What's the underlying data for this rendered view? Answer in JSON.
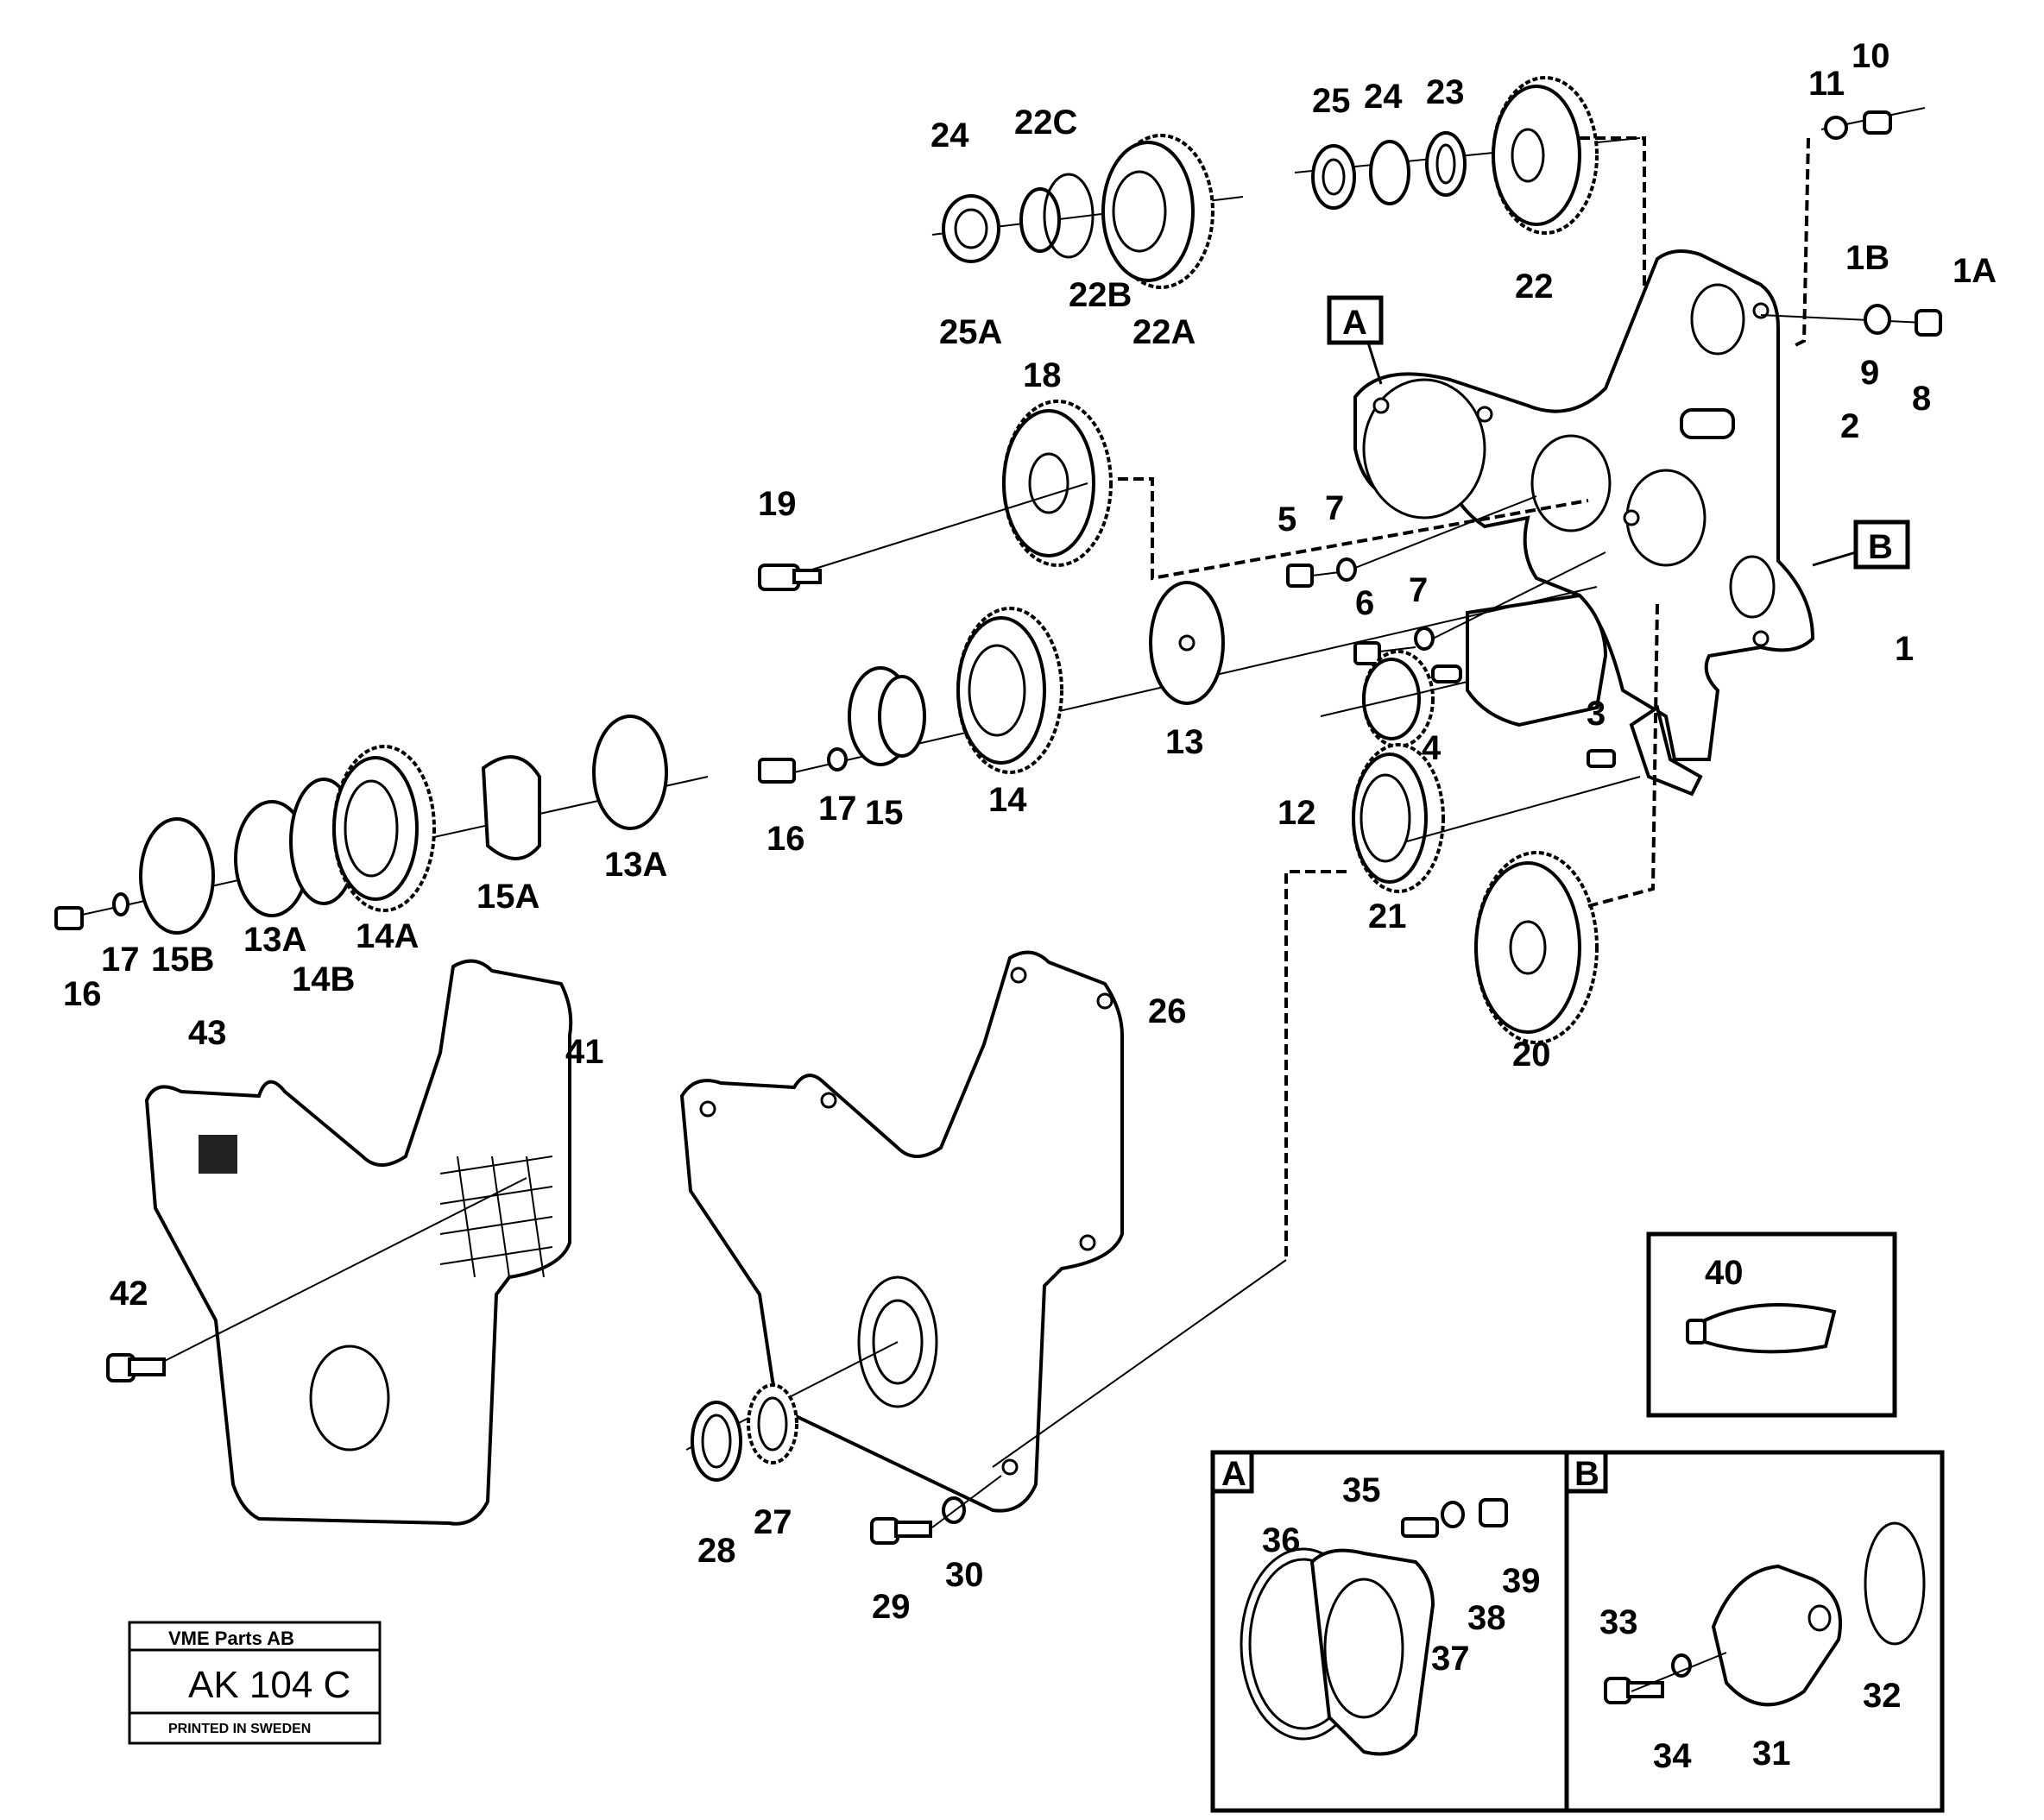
{
  "callouts": {
    "c1": "1",
    "c1A": "1A",
    "c1B": "1B",
    "c2": "2",
    "c3": "3",
    "c4": "4",
    "c5": "5",
    "c6": "6",
    "c7a": "7",
    "c7b": "7",
    "c8": "8",
    "c9": "9",
    "c10": "10",
    "c11": "11",
    "c12": "12",
    "c13": "13",
    "c13A_a": "13A",
    "c13A_b": "13A",
    "c14": "14",
    "c14A": "14A",
    "c14B": "14B",
    "c15": "15",
    "c15A": "15A",
    "c15B": "15B",
    "c16a": "16",
    "c16b": "16",
    "c17a": "17",
    "c17b": "17",
    "c18": "18",
    "c19": "19",
    "c20": "20",
    "c21": "21",
    "c22": "22",
    "c22A": "22A",
    "c22B": "22B",
    "c22C": "22C",
    "c23": "23",
    "c24a": "24",
    "c24b": "24",
    "c25": "25",
    "c25A": "25A",
    "c26": "26",
    "c27": "27",
    "c28": "28",
    "c29": "29",
    "c30": "30",
    "c31": "31",
    "c32": "32",
    "c33": "33",
    "c34": "34",
    "c35": "35",
    "c36": "36",
    "c37": "37",
    "c38": "38",
    "c39": "39",
    "c40": "40",
    "c41": "41",
    "c42": "42",
    "c43": "43"
  },
  "detail_labels": {
    "boxA": "A",
    "boxB": "B",
    "insetA": "A",
    "insetB": "B"
  },
  "stamp": {
    "company": "VME Parts AB",
    "code": "AK 104 C",
    "printed": "PRINTED IN SWEDEN"
  }
}
